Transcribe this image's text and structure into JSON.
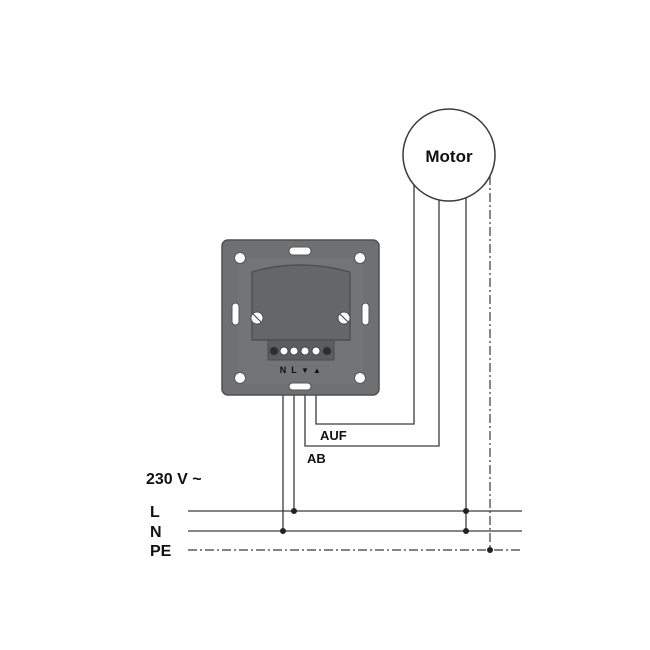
{
  "diagram": {
    "motor_label": "Motor",
    "supply_label": "230 V ~",
    "line_labels": {
      "L": "L",
      "N": "N",
      "PE": "PE"
    },
    "wire_labels": {
      "auf": "AUF",
      "ab": "AB"
    },
    "terminal_labels": {
      "n": "N",
      "l": "L",
      "down": "▼",
      "up": "▲"
    }
  }
}
